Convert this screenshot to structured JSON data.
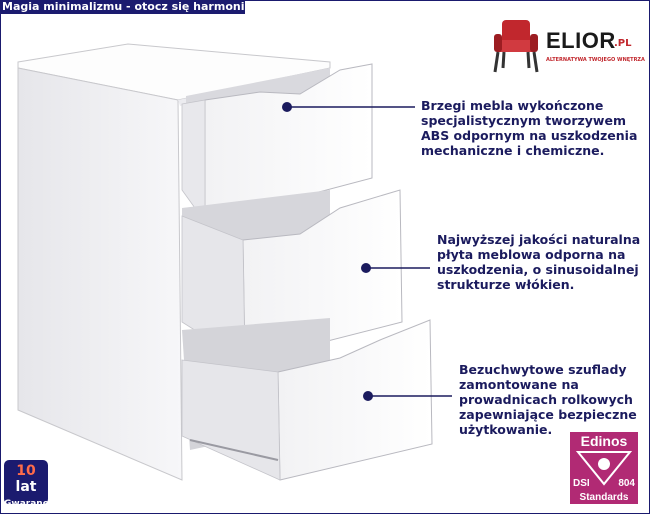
{
  "header": {
    "slogan": "Magia minimalizmu - otocz się harmonią!"
  },
  "logo": {
    "name": "ELIOR",
    "suffix": ".PL",
    "tagline": "ALTERNATYWA TWOJEGO WNĘTRZA"
  },
  "callouts": [
    {
      "text": "Brzegi mebla wykończone\nspecjalistycznym tworzywem\nABS odpornym na uszkodzenia\nmechaniczne i chemiczne."
    },
    {
      "text": "Najwyższej jakości naturalna\npłyta meblowa odporna na\nuszkodzenia, o sinusoidalnej\nstrukturze włókien."
    },
    {
      "text": "Bezuchwytowe szuflady\nzamontowane na\nprowadnicach rolkowych\nzapewniające bezpieczne\nużytkowanie."
    }
  ],
  "warranty": {
    "number": "10",
    "unit": "lat",
    "label": "Gwarancji"
  },
  "certificate": {
    "brand": "Edinos",
    "left": "DSI",
    "right": "804",
    "label": "Standards"
  },
  "colors": {
    "navy": "#1b1b6f",
    "magenta": "#b12a74",
    "accent_red": "#c1272d"
  }
}
